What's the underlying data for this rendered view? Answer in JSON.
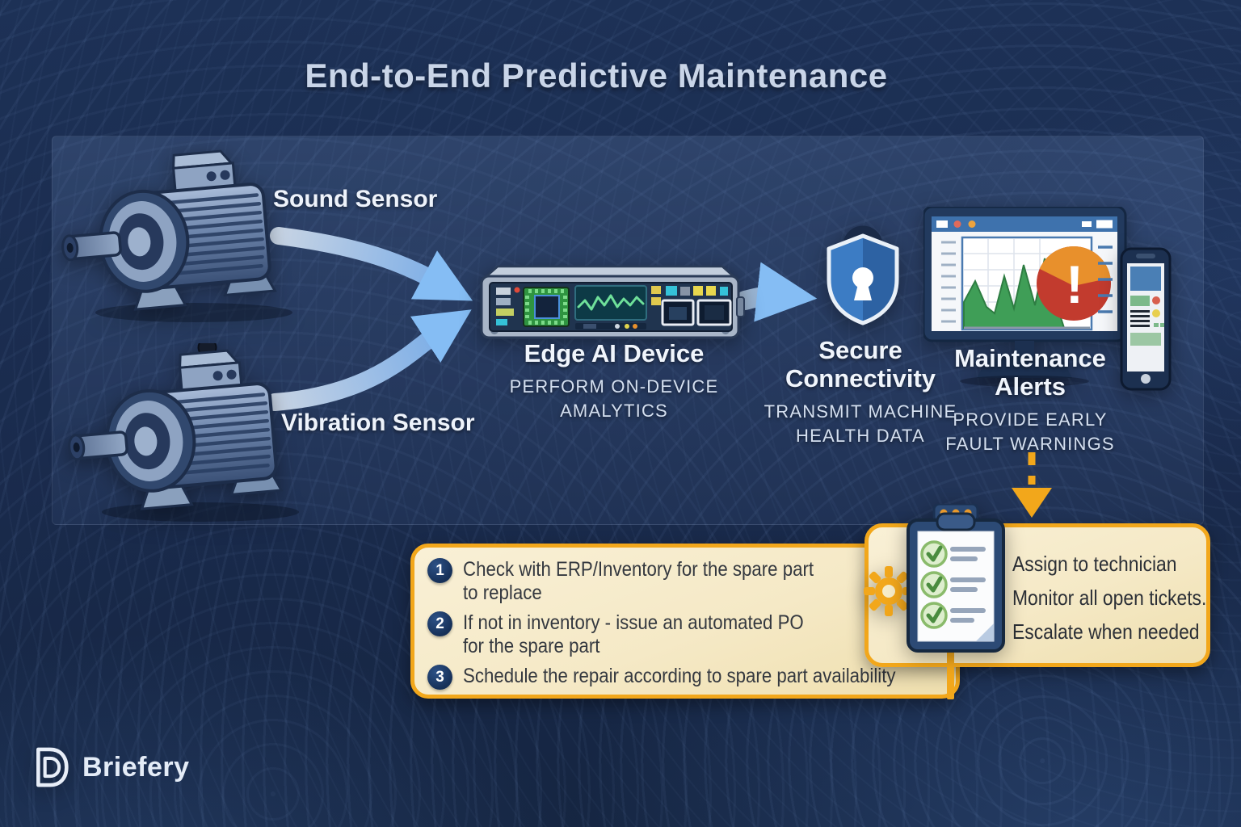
{
  "title": "End-to-End Predictive Maintenance",
  "brand": {
    "name": "Briefery"
  },
  "pipeline": {
    "sound_sensor_label": "Sound Sensor",
    "vibration_sensor_label": "Vibration Sensor",
    "edge_device": {
      "title": "Edge AI Device",
      "subtitle_lines": [
        "PERFORM ON-DEVICE",
        "AMALYTICS"
      ]
    },
    "secure_connectivity": {
      "title_lines": [
        "Secure",
        "Connectivity"
      ],
      "subtitle_lines": [
        "TRANSMIT MACHINE",
        "HEALTH DATA"
      ]
    },
    "maintenance_alerts": {
      "title_lines": [
        "Maintenance",
        "Alerts"
      ],
      "subtitle_lines": [
        "PROVIDE EARLY",
        "FAULT WARNINGS"
      ]
    }
  },
  "workflow": {
    "steps": [
      {
        "number": "1",
        "lines": [
          "Check with ERP/Inventory for the spare part",
          "to replace"
        ]
      },
      {
        "number": "2",
        "lines": [
          "If not in inventory - issue an automated PO",
          "for the spare part"
        ]
      },
      {
        "number": "3",
        "lines": [
          "Schedule the repair according to spare part availability",
          ""
        ]
      }
    ]
  },
  "tickets": {
    "actions": [
      "Assign to technician",
      "Monitor all open tickets.",
      "Escalate when needed"
    ]
  },
  "icons": {
    "sound_source": "motor-icon",
    "vibration_source": "motor-icon",
    "edge": "edge-ai-device-icon",
    "security": "shield-lock-icon",
    "alerts": "monitor-chart-alert-icon",
    "mobile": "smartphone-icon",
    "workflow": "clipboard-checklist-icon",
    "gear": "gear-icon",
    "flow": "curved-arrow-icon",
    "escalation": "dashed-down-arrow-icon",
    "brand": "briefery-logo"
  },
  "colors": {
    "background_navy": "#1b2c50",
    "accent_orange": "#f2a71b",
    "note_fill": "#f6ebc9",
    "arrow_blue": "#7db8f2",
    "shield_blue": "#3c7cc4",
    "alert_red": "#c23b2e",
    "alert_orange": "#e8902c",
    "chart_green": "#3f9e57",
    "step_badge_navy": "#1d3a62",
    "text_light": "#dce6f4",
    "text_dark": "#34383f"
  }
}
